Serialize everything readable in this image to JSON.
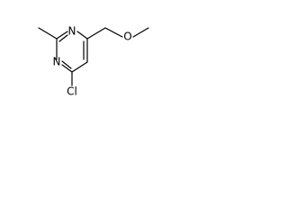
{
  "molecule": {
    "atoms": {
      "n_top": "N",
      "n_left": "N",
      "o_ether": "O",
      "cl": "Cl"
    }
  },
  "colors": {
    "bond": "#000000",
    "label": "#000000",
    "background": "#ffffff"
  }
}
